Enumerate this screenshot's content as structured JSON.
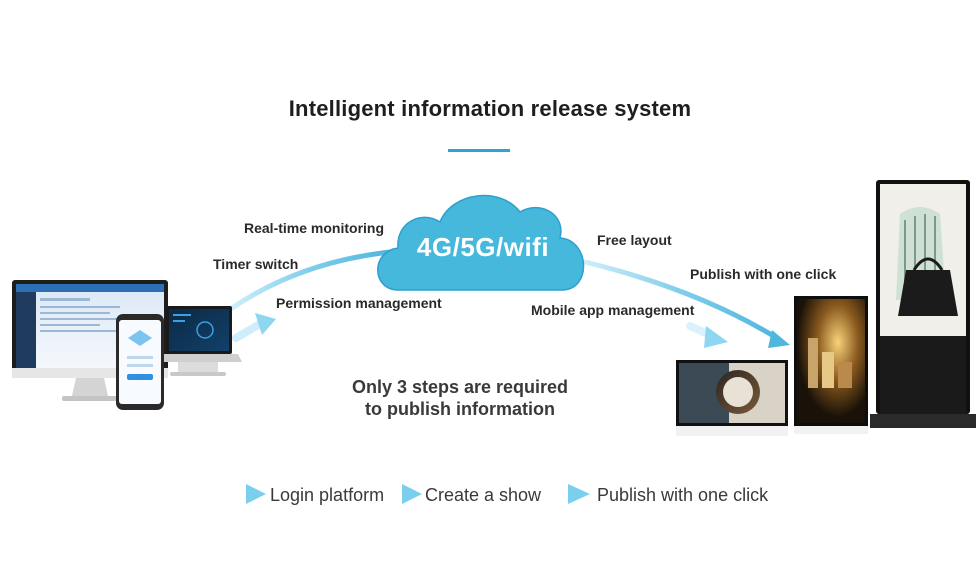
{
  "title": "Intelligent information release system",
  "cloud_label": "4G/5G/wifi",
  "features_left": [
    "Real-time monitoring",
    "Timer switch",
    "Permission management"
  ],
  "features_right": [
    "Free layout",
    "Publish with one click",
    "Mobile app management"
  ],
  "center_note": {
    "line1": "Only 3 steps are required",
    "line2": "to publish information"
  },
  "steps": [
    "Login platform",
    "Create a show",
    "Publish with one click"
  ],
  "colors": {
    "accent": "#2ea3d6",
    "cloud": "#45b8dc",
    "arc": "#8fd3ee"
  },
  "icons": [
    "desktop-monitor-icon",
    "laptop-icon",
    "smartphone-icon",
    "signage-tv-icon",
    "kiosk-icon",
    "arrow-icon"
  ]
}
